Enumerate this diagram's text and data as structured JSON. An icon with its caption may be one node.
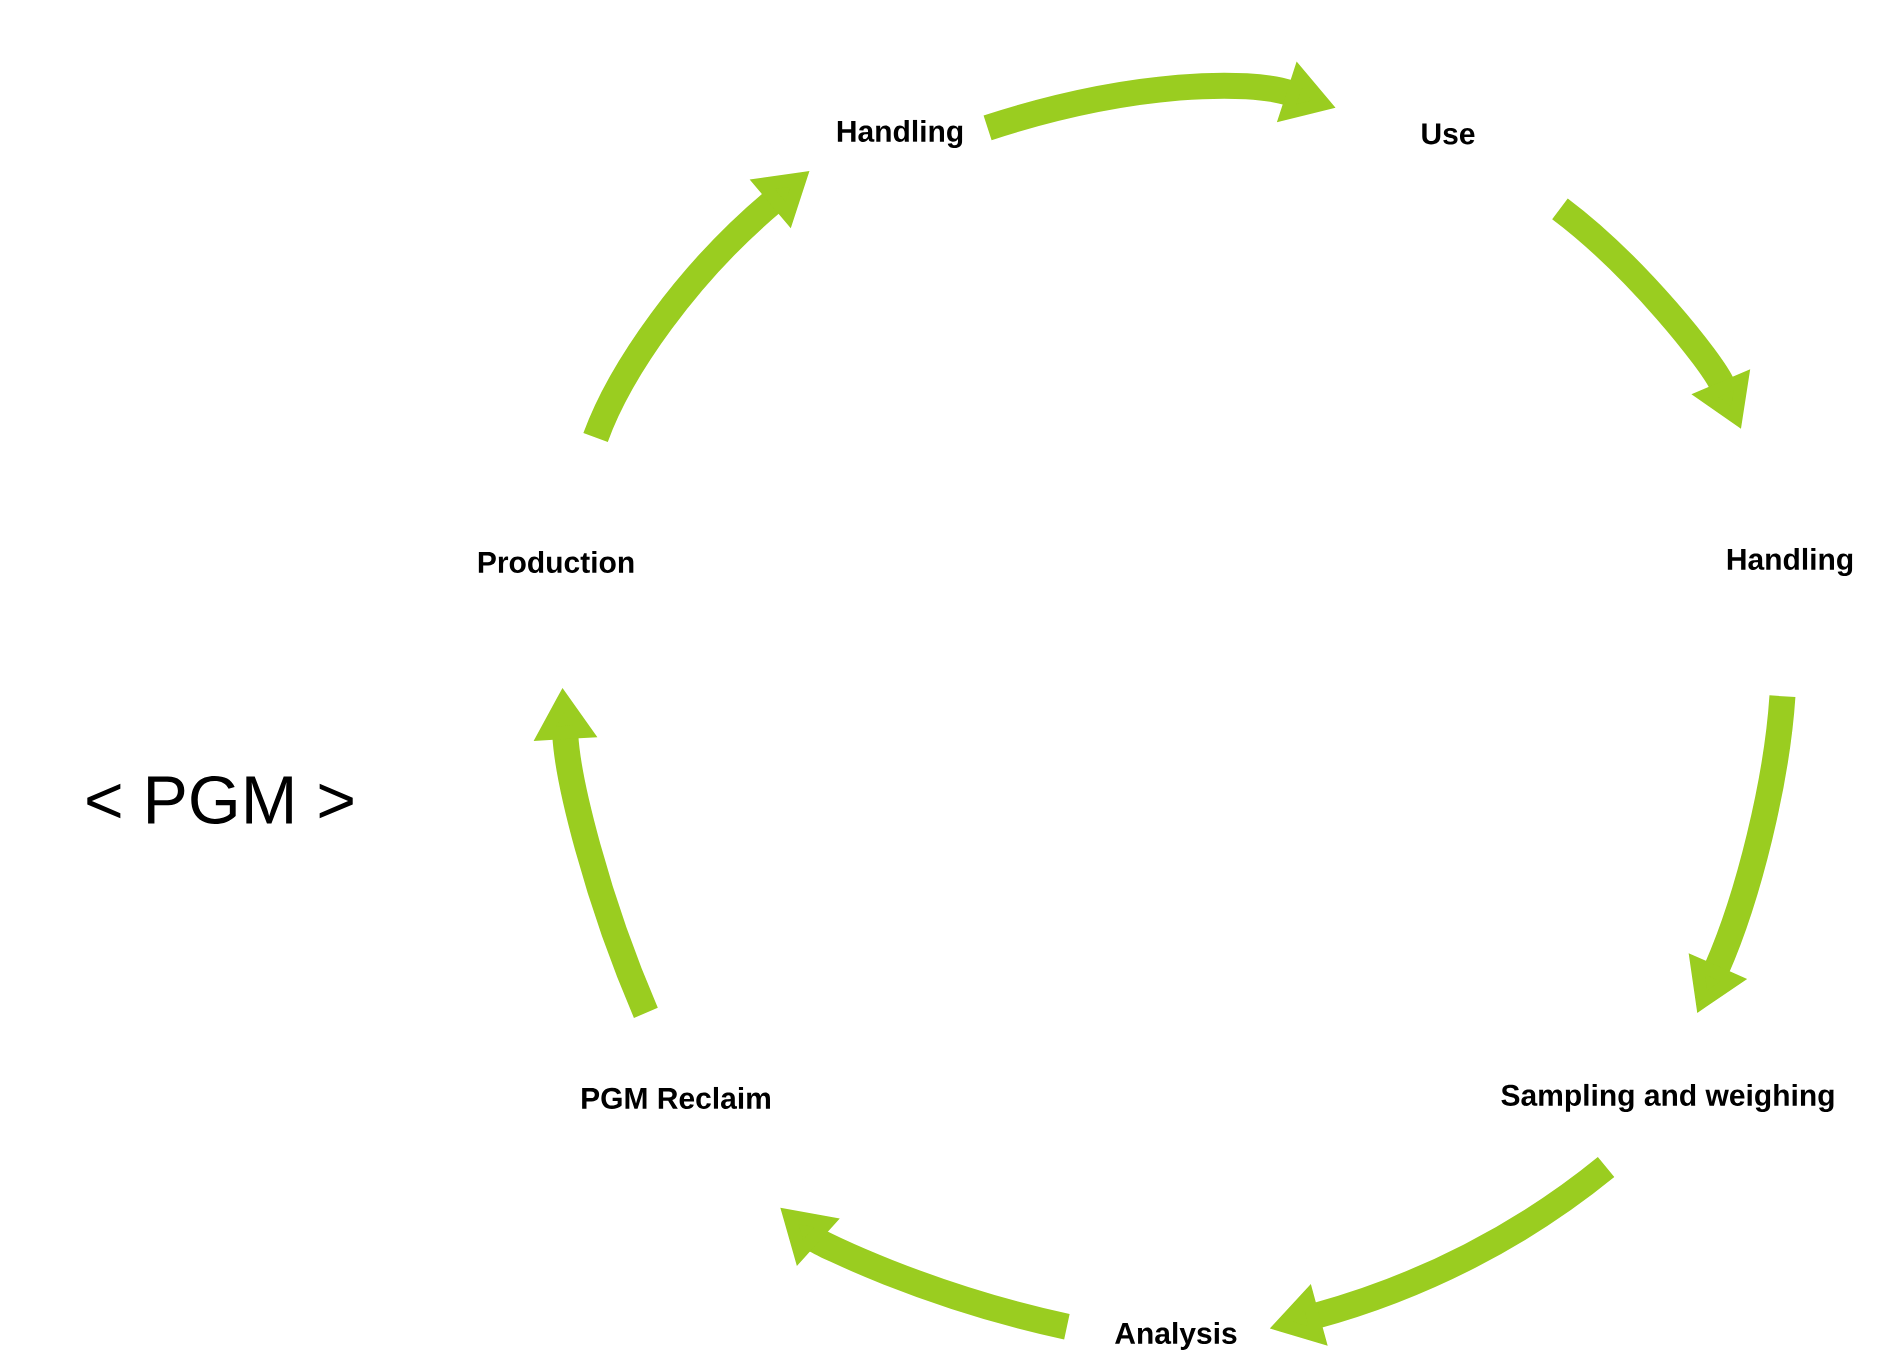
{
  "diagram": {
    "nodes": [
      {
        "text": [
          "Handling"
        ]
      },
      {
        "text": [
          "Use"
        ]
      },
      {
        "text": [
          "Handling"
        ]
      },
      {
        "text": [
          "Sampling and weighing"
        ]
      },
      {
        "text": [
          "Analysis"
        ]
      },
      {
        "text": [
          "PGM Reclaim"
        ]
      },
      {
        "text": [
          "Production"
        ]
      }
    ],
    "edges": [
      {
        "from": 0,
        "to": 1,
        "arrow": "to"
      },
      {
        "from": 1,
        "to": 2,
        "arrow": "to"
      },
      {
        "from": 2,
        "to": 3,
        "arrow": "to"
      },
      {
        "from": 3,
        "to": 4,
        "arrow": "to"
      },
      {
        "from": 4,
        "to": 5,
        "arrow": "to"
      },
      {
        "from": 5,
        "to": 6,
        "arrow": "to"
      },
      {
        "from": 6,
        "to": 0,
        "arrow": "to"
      }
    ],
    "labels": [
      "< PGM >"
    ]
  }
}
